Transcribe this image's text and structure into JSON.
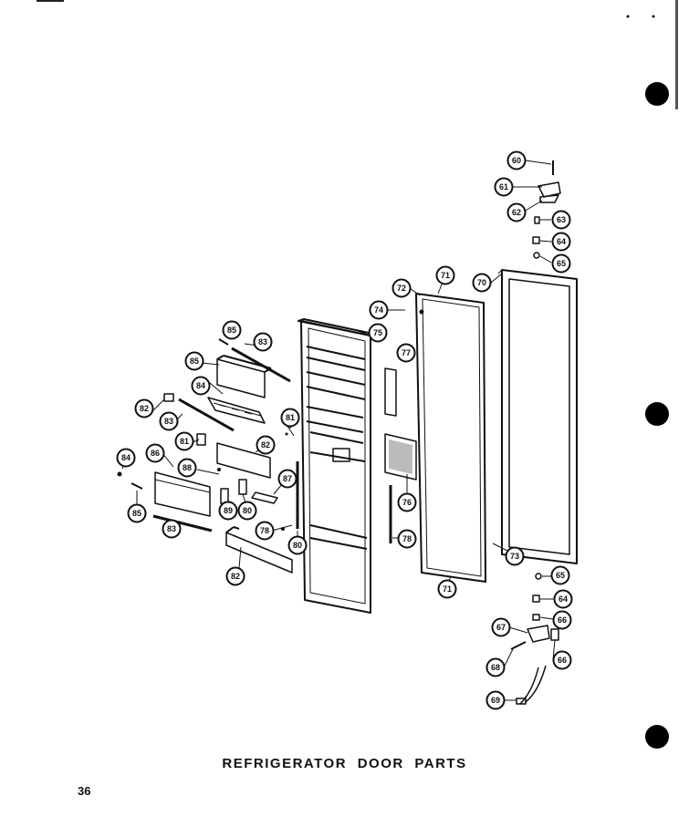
{
  "caption": "REFRIGERATOR DOOR PARTS",
  "page_number": "36",
  "callouts": [
    {
      "id": "60",
      "label": "60"
    },
    {
      "id": "61",
      "label": "61"
    },
    {
      "id": "62a",
      "label": "62"
    },
    {
      "id": "63a",
      "label": "63"
    },
    {
      "id": "64a",
      "label": "64"
    },
    {
      "id": "65a",
      "label": "65"
    },
    {
      "id": "70",
      "label": "70"
    },
    {
      "id": "71a",
      "label": "71"
    },
    {
      "id": "72",
      "label": "72"
    },
    {
      "id": "74",
      "label": "74"
    },
    {
      "id": "75",
      "label": "75"
    },
    {
      "id": "77",
      "label": "77"
    },
    {
      "id": "76",
      "label": "76"
    },
    {
      "id": "78a",
      "label": "78"
    },
    {
      "id": "73",
      "label": "73"
    },
    {
      "id": "71b",
      "label": "71"
    },
    {
      "id": "85a",
      "label": "85"
    },
    {
      "id": "83a",
      "label": "83"
    },
    {
      "id": "85b",
      "label": "85"
    },
    {
      "id": "84a",
      "label": "84"
    },
    {
      "id": "82a",
      "label": "82"
    },
    {
      "id": "83b",
      "label": "83"
    },
    {
      "id": "81a",
      "label": "81"
    },
    {
      "id": "81b",
      "label": "81"
    },
    {
      "id": "82b",
      "label": "82"
    },
    {
      "id": "84b",
      "label": "84"
    },
    {
      "id": "86a",
      "label": "86"
    },
    {
      "id": "88",
      "label": "88"
    },
    {
      "id": "85c",
      "label": "85"
    },
    {
      "id": "83c",
      "label": "83"
    },
    {
      "id": "89",
      "label": "89"
    },
    {
      "id": "80a",
      "label": "80"
    },
    {
      "id": "87a",
      "label": "87"
    },
    {
      "id": "78b",
      "label": "78"
    },
    {
      "id": "80b",
      "label": "80"
    },
    {
      "id": "82c",
      "label": "82"
    },
    {
      "id": "65b",
      "label": "65"
    },
    {
      "id": "64b",
      "label": "64"
    },
    {
      "id": "66a",
      "label": "66"
    },
    {
      "id": "67",
      "label": "67"
    },
    {
      "id": "66b",
      "label": "66"
    },
    {
      "id": "68",
      "label": "68"
    },
    {
      "id": "69",
      "label": "69"
    }
  ]
}
